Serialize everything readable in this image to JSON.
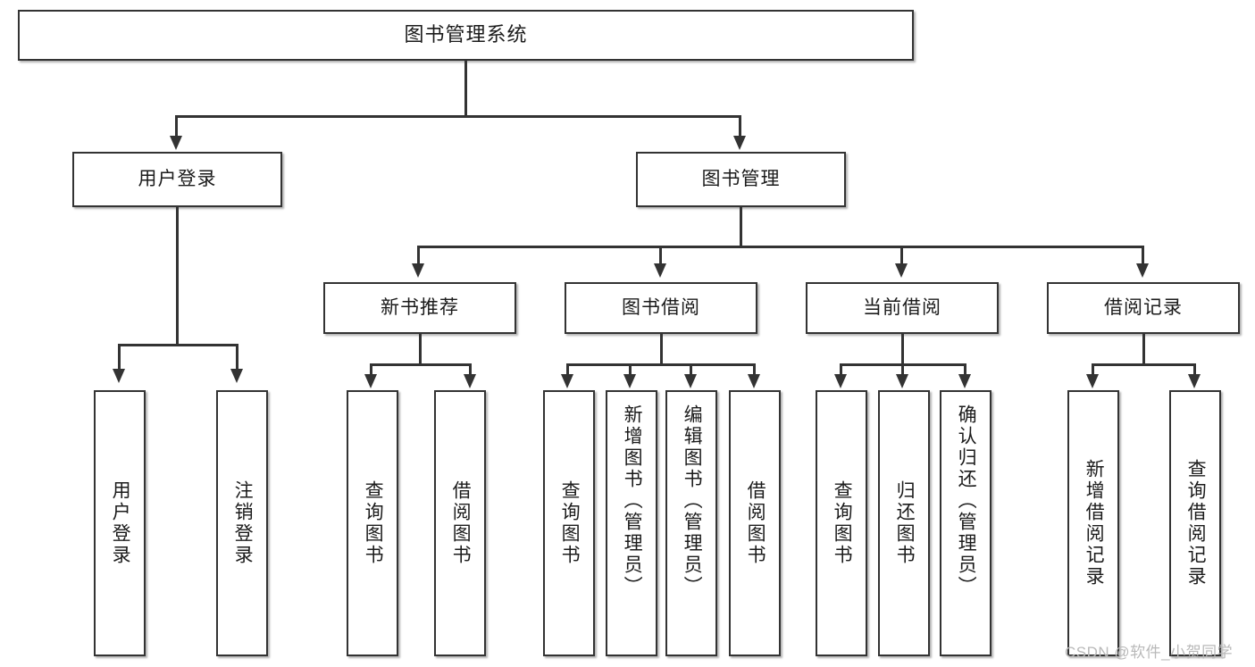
{
  "diagram": {
    "type": "tree-hierarchy-chart",
    "title": "图书管理系统",
    "background_color": "#ffffff",
    "box_border_color": "#333333",
    "connector_color": "#333333",
    "text_color": "#1b1b1b"
  },
  "nodes": {
    "root": {
      "label": "图书管理系统"
    },
    "level2": [
      {
        "label": "用户登录"
      },
      {
        "label": "图书管理"
      }
    ],
    "level3": [
      {
        "label": "新书推荐"
      },
      {
        "label": "图书借阅"
      },
      {
        "label": "当前借阅"
      },
      {
        "label": "借阅记录"
      }
    ],
    "leaves": {
      "user_login": [
        {
          "label": "用户登录"
        },
        {
          "label": "注销登录"
        }
      ],
      "new_book_recommend": [
        {
          "label": "查询图书"
        },
        {
          "label": "借阅图书"
        }
      ],
      "book_borrow": [
        {
          "label": "查询图书"
        },
        {
          "label": "新增图书（管理员）"
        },
        {
          "label": "编辑图书（管理员）"
        },
        {
          "label": "借阅图书"
        }
      ],
      "current_borrow": [
        {
          "label": "查询图书"
        },
        {
          "label": "归还图书"
        },
        {
          "label": "确认归还（管理员）"
        }
      ],
      "borrow_record": [
        {
          "label": "新增借阅记录"
        },
        {
          "label": "查询借阅记录"
        }
      ]
    }
  },
  "watermark": {
    "text": "CSDN @软件_小贺同学"
  }
}
